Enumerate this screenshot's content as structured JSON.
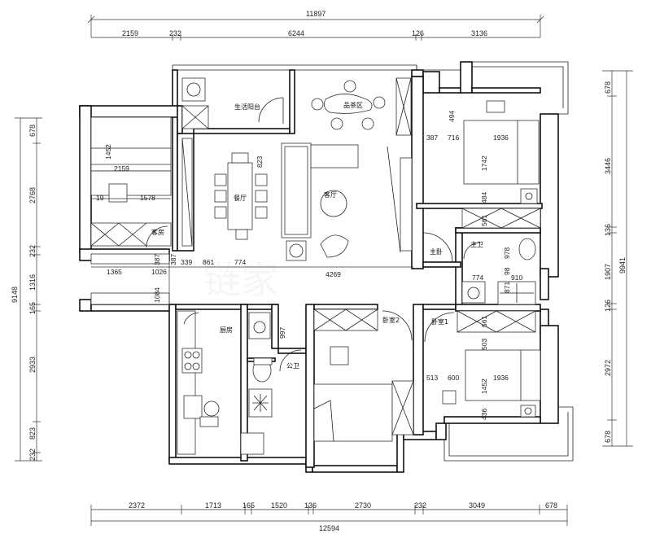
{
  "top_dims": {
    "overall": "11897",
    "segments": [
      "2159",
      "232",
      "6244",
      "126",
      "3136"
    ]
  },
  "bottom_dims": {
    "overall": "12594",
    "segments": [
      "2372",
      "1713",
      "165",
      "1520",
      "136",
      "2730",
      "232",
      "3049",
      "678"
    ]
  },
  "left_dims": {
    "overall": "9148",
    "segments": [
      "678",
      "2768",
      "232",
      "1316",
      "165",
      "2933",
      "823",
      "232"
    ]
  },
  "right_dims": {
    "overall": "9941",
    "segments": [
      "678",
      "3446",
      "136",
      "1907",
      "126",
      "2972",
      "678"
    ]
  },
  "rooms": {
    "living_balcony": "生活阳台",
    "tea_area": "品茶区",
    "dining": "餐厅",
    "living": "客厅",
    "guest": "客房",
    "master": "主卧",
    "master_bath": "主卫",
    "kitchen": "厨房",
    "public_bath": "公卫",
    "bedroom2": "卧室2",
    "bedroom1": "卧室1"
  },
  "inner_dims": {
    "guest_1452": "1452",
    "guest_2159": "2159",
    "guest_1578": "1578",
    "guest_19": "19",
    "d_823": "823",
    "d_1365": "1365",
    "d_1026": "1026",
    "d_387a": "387",
    "d_1084": "1084",
    "d_387b": "387",
    "d_339": "339",
    "d_861": "861",
    "d_774a": "774",
    "d_4269": "4269",
    "m_494": "494",
    "m_387": "387",
    "m_716": "716",
    "m_1936": "1936",
    "m_1742": "1742",
    "m_484": "484",
    "m_561": "561",
    "mb_978": "978",
    "mb_774": "774",
    "mb_98": "98",
    "mb_871": "871",
    "mb_910": "910",
    "b1_561": "561",
    "b1_503": "503",
    "b1_513": "513",
    "b1_600": "600",
    "b1_1452": "1452",
    "b1_1936": "1936",
    "b1_436": "436",
    "k_997": "997"
  },
  "watermark": "链家"
}
